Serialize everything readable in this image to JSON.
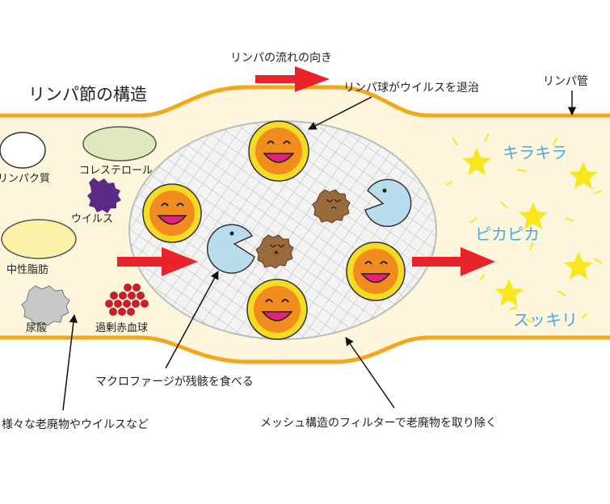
{
  "title": "リンパ節の構造",
  "labels": {
    "flow_direction": "リンパの流れの向き",
    "lymphocyte": "リンパ球がウイルスを退治",
    "lymph_vessel": "リンパ管",
    "protein": "リンパク質",
    "cholesterol": "コレステロール",
    "virus": "ウイルス",
    "neutral_fat": "中性脂肪",
    "uric_acid": "尿酸",
    "excess_rbc": "過剰赤血球",
    "macrophage": "マクロファージが残骸を食べる",
    "waste": "様々な老廃物やウイルスなど",
    "mesh_filter": "メッシュ構造のフィルターで老廃物を取り除く",
    "kirakira": "キラキラ",
    "pikapika": "ピカピカ",
    "sukkiri": "スッキリ"
  },
  "colors": {
    "vessel_fill": "#fdf6dc",
    "vessel_border": "#f2a81d",
    "arrow_red": "#e8242a",
    "lymphocyte_face": "#f28c1e",
    "lymphocyte_ring": "#f5dc22",
    "macrophage": "#b9dcef",
    "debris": "#9a6a3c",
    "star": "#f8e71c",
    "sparkle_text": "#4aa9e0",
    "virus": "#5b2a86",
    "rbc": "#c8202a",
    "cholesterol": "#dfe9bd",
    "fat": "#fbf2a8",
    "uric": "#c8c8c8"
  }
}
